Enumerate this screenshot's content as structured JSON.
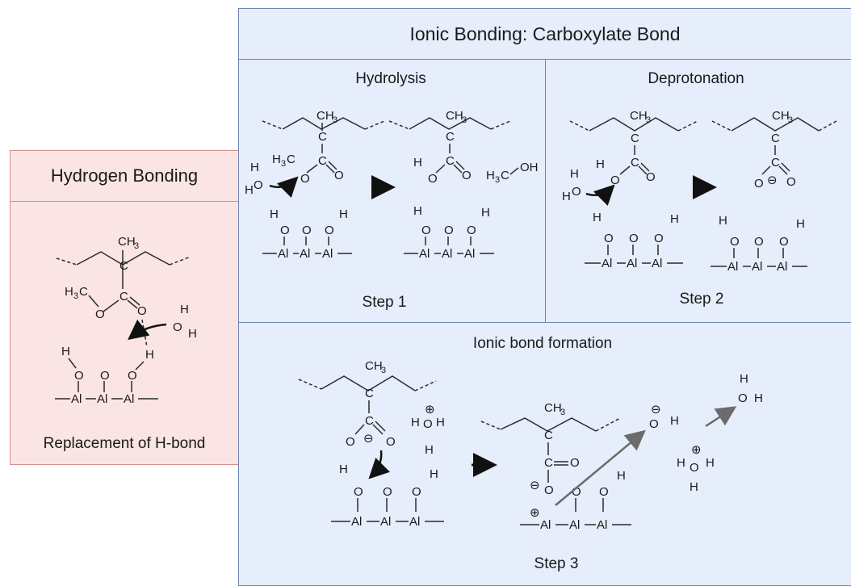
{
  "hydrogen_bonding": {
    "title": "Hydrogen Bonding",
    "caption": "Replacement of H-bond"
  },
  "ionic_bonding": {
    "title": "Ionic Bonding: Carboxylate Bond",
    "hydrolysis_title": "Hydrolysis",
    "step1_label": "Step 1",
    "deprotonation_title": "Deprotonation",
    "step2_label": "Step 2",
    "ionic_formation_title": "Ionic bond formation",
    "step3_label": "Step 3"
  },
  "atoms": {
    "carbon": "C",
    "oxygen": "O",
    "hydrogen": "H",
    "aluminum": "Al",
    "methyl": "CH",
    "methyl_sub": "3",
    "methoxy_left": "H",
    "methoxy_sub": "3",
    "methoxy_c": "C",
    "methanol": "H",
    "methanol_c": "C",
    "methanol_oh": "OH",
    "hydroxyl": "O",
    "minus": "⊖",
    "plus": "⊕"
  },
  "colors": {
    "hydrogen_panel_bg": "#fbe4e4",
    "hydrogen_panel_border": "#d88c8c",
    "ionic_panel_bg": "#e6edfb",
    "ionic_panel_border": "#6f84b3",
    "arrow_gray": "#6b6b6b"
  }
}
